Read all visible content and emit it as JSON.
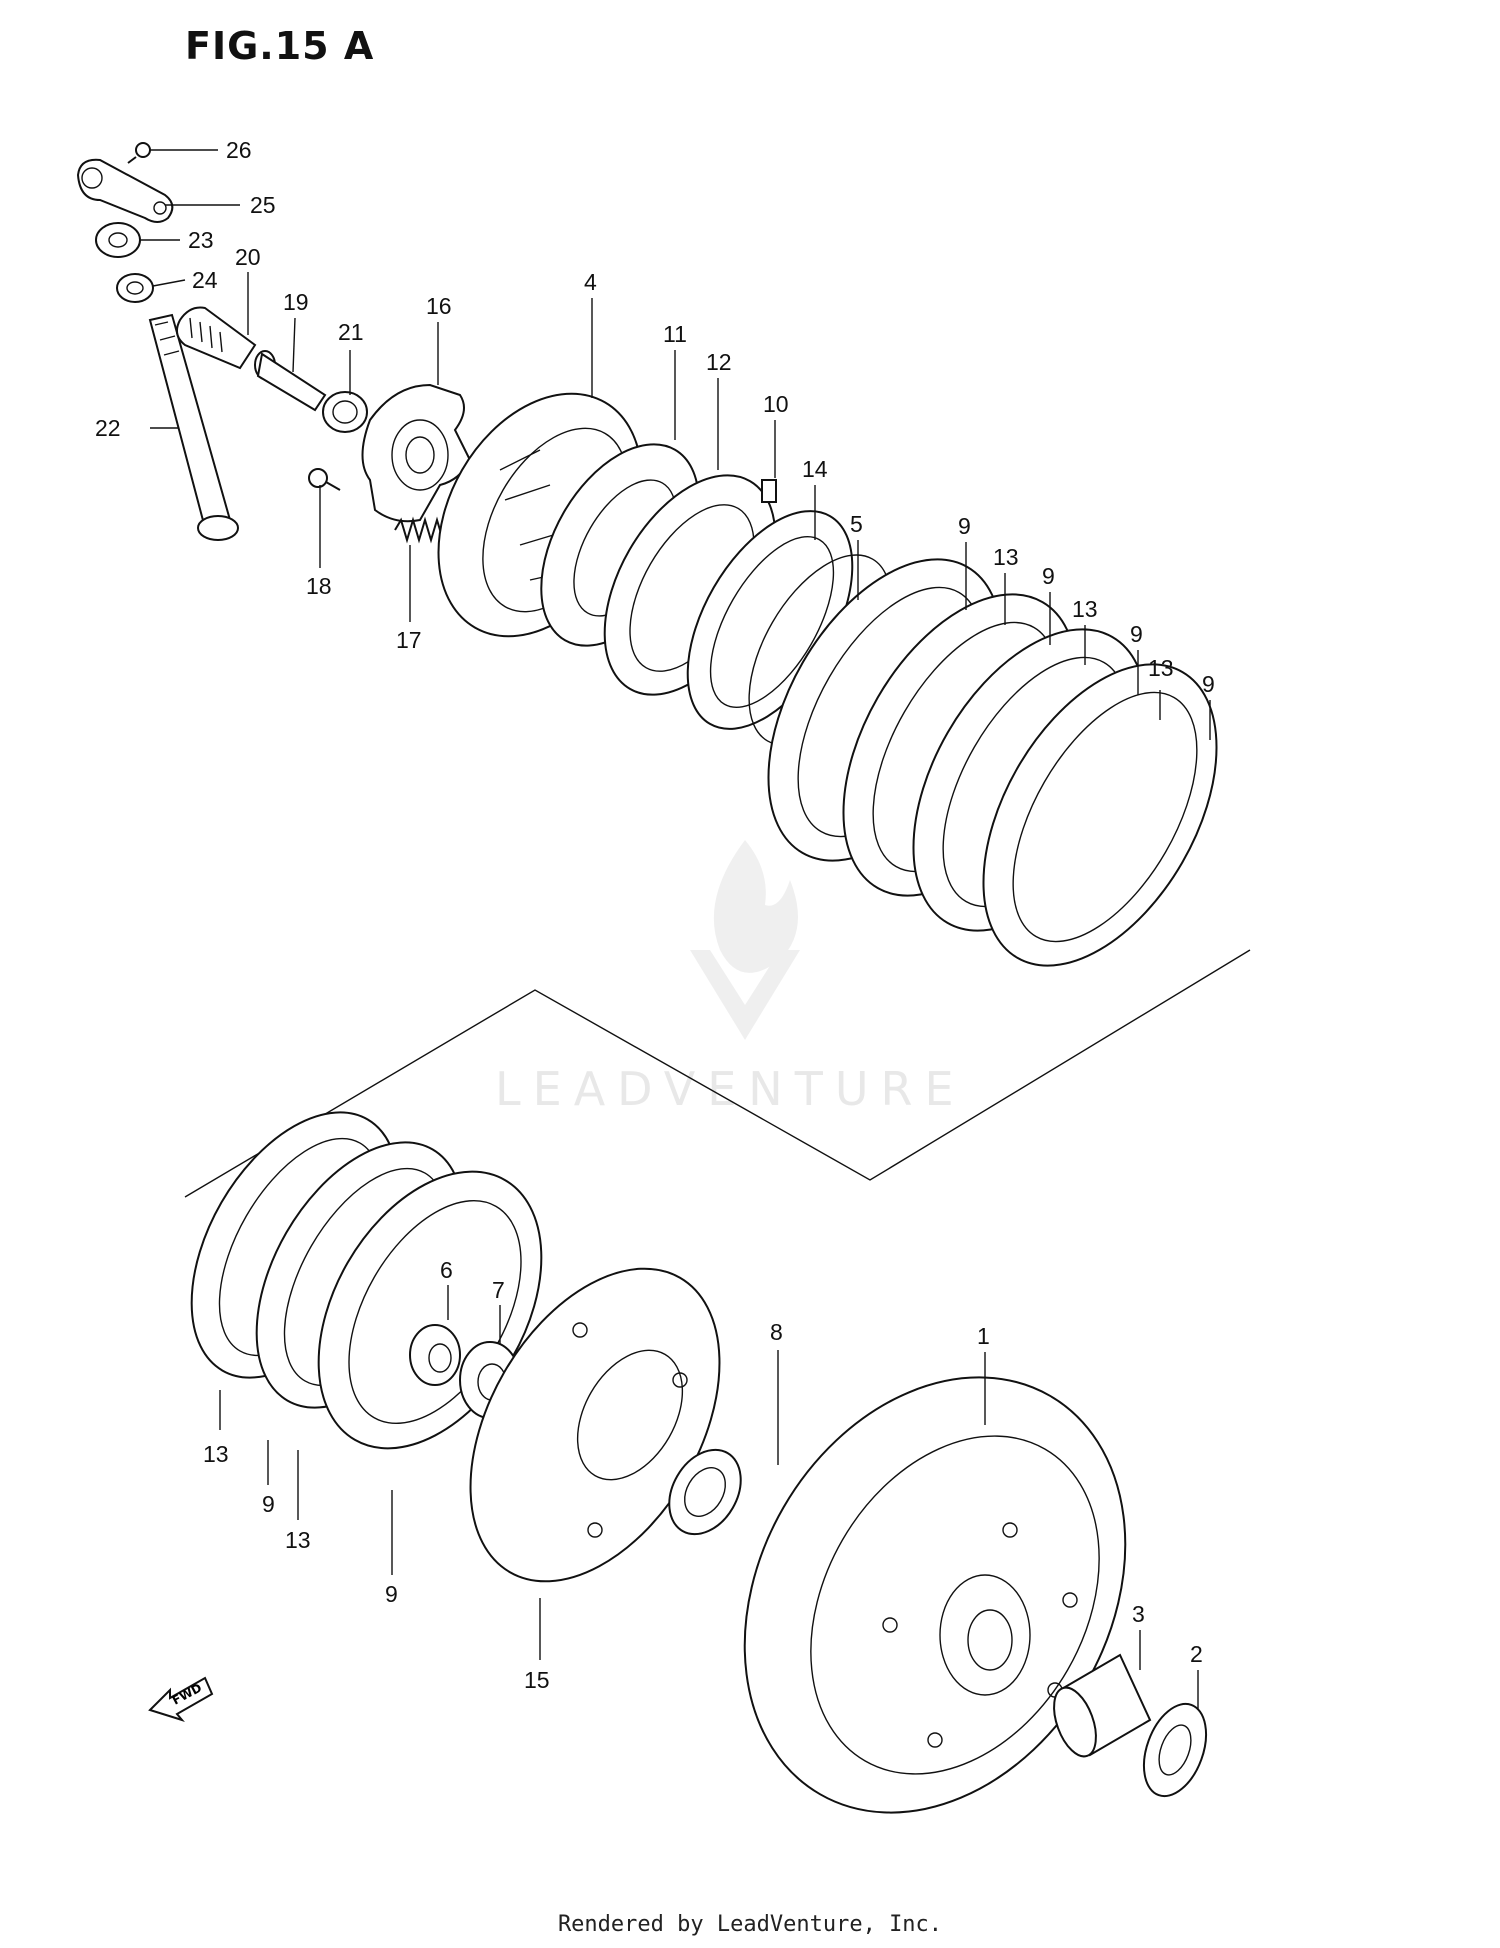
{
  "figure": {
    "title": "FIG.15 A"
  },
  "watermark": {
    "text": "LEADVENTURE"
  },
  "footer": {
    "text": "Rendered by LeadVenture, Inc."
  },
  "fwd_arrow": {
    "label": "FWD",
    "icon": "fwd-arrow-icon"
  },
  "callouts": [
    "26",
    "25",
    "23",
    "24",
    "20",
    "19",
    "22",
    "21",
    "16",
    "18",
    "17",
    "4",
    "11",
    "12",
    "10",
    "14",
    "5",
    "9",
    "13",
    "9",
    "13",
    "9",
    "13",
    "9",
    "6",
    "7",
    "13",
    "9",
    "13",
    "9",
    "8",
    "15",
    "1",
    "3",
    "2"
  ]
}
